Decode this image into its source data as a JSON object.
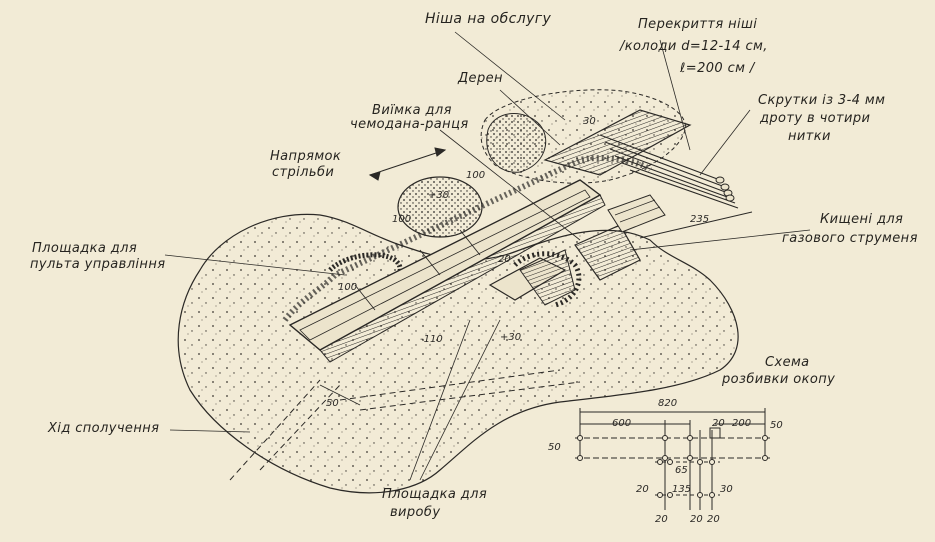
{
  "labels": {
    "nisha": "Ніша на обслугу",
    "perekryttia_1": "Перекриття ніші",
    "perekryttia_2": "/колоди d=12-14 см,",
    "perekryttia_3": "ℓ=200 см /",
    "deren": "Дерен",
    "vyimka_1": "Виїмка для",
    "vyimka_2": "чемодана-ранця",
    "skrutky_1": "Скрутки із 3-4 мм",
    "skrutky_2": "дроту в чотири",
    "skrutky_3": "нитки",
    "napriamok_1": "Напрямок",
    "napriamok_2": "стрільби",
    "kishch_1": "Кищені для",
    "kishch_2": "газового струменя",
    "ploshch_pult_1": "Площадка для",
    "ploshch_pult_2": "пульта управління",
    "khid": "Хід сполучення",
    "ploshch_vyr_1": "Площадка для",
    "ploshch_vyr_2": "виробу",
    "skhema_1": "Схема",
    "skhema_2": "розбивки окопу"
  },
  "dims_main": {
    "d30_top": "30",
    "d100_a": "100",
    "d30_b": "+30",
    "d100_b": "100",
    "d100_c": "100",
    "d20": "20",
    "d110": "-110",
    "d30_c": "+30",
    "d50": "50",
    "d235": "235"
  },
  "dims_scheme": {
    "total": "820",
    "left": "600",
    "mid": "20",
    "right": "200",
    "side_left": "50",
    "side_right": "50",
    "v65": "65",
    "v20_l": "20",
    "v135": "135",
    "v30": "30",
    "b20_a": "20",
    "b20_b": "20",
    "b20_c": "20"
  }
}
